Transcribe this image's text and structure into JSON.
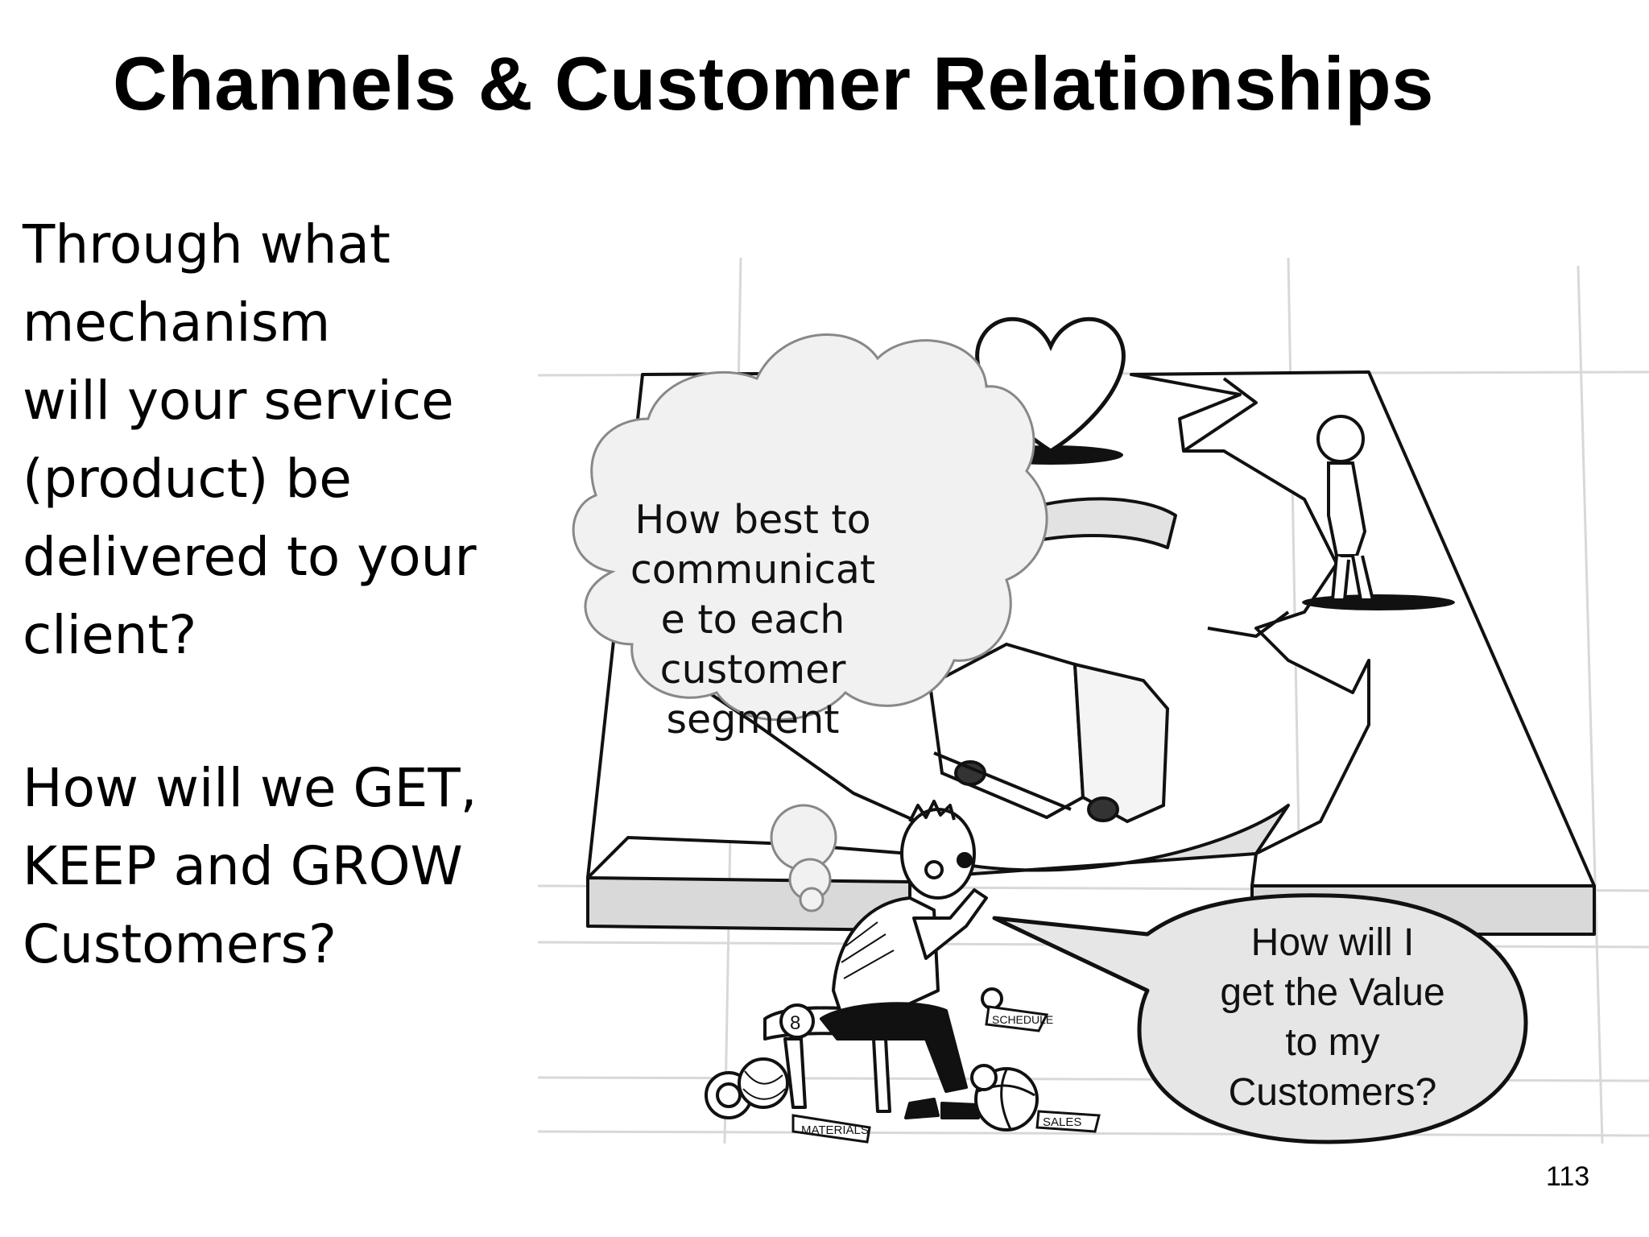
{
  "slide": {
    "title": "Channels & Customer Relationships",
    "body_lines_1": [
      "Through what",
      "mechanism",
      "will your service",
      "(product) be",
      "delivered to your",
      "client?"
    ],
    "body_lines_2": [
      "How will we GET,",
      "KEEP and GROW",
      "Customers?"
    ],
    "thought_bubble_lines": [
      "How best to",
      "communicat",
      "e to each",
      "customer",
      "segment"
    ],
    "speech_bubble_lines": [
      "How will I",
      "get the Value",
      "to my",
      "Customers?"
    ],
    "page_number": "113"
  },
  "illustration": {
    "sign_labels": [
      "SCHEDULE",
      "MATERIALS",
      "SALES"
    ]
  }
}
